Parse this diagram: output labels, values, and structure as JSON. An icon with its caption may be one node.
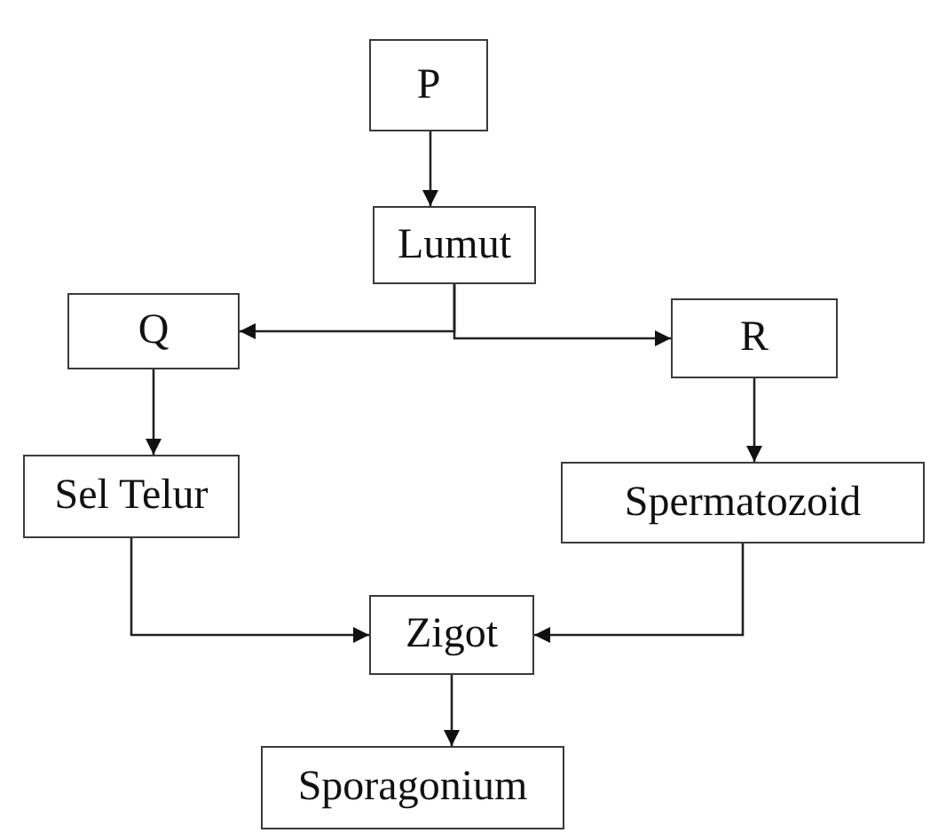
{
  "diagram": {
    "nodes": [
      {
        "text": [
          "P"
        ]
      },
      {
        "text": [
          "Lumut"
        ]
      },
      {
        "text": [
          "Q"
        ]
      },
      {
        "text": [
          "R"
        ]
      },
      {
        "text": [
          "Sel Telur"
        ]
      },
      {
        "text": [
          "Spermatozoid"
        ]
      },
      {
        "text": [
          "Zigot"
        ]
      },
      {
        "text": [
          "Sporagonium"
        ]
      }
    ],
    "edges": [
      {
        "from": 0,
        "to": 1,
        "arrow": "to"
      },
      {
        "from": 1,
        "to": 2,
        "arrow": "to"
      },
      {
        "from": 1,
        "to": 3,
        "arrow": "to"
      },
      {
        "from": 2,
        "to": 4,
        "arrow": "to"
      },
      {
        "from": 3,
        "to": 5,
        "arrow": "to"
      },
      {
        "from": 4,
        "to": 6,
        "arrow": "to"
      },
      {
        "from": 5,
        "to": 6,
        "arrow": "to"
      },
      {
        "from": 6,
        "to": 7,
        "arrow": "to"
      }
    ]
  }
}
